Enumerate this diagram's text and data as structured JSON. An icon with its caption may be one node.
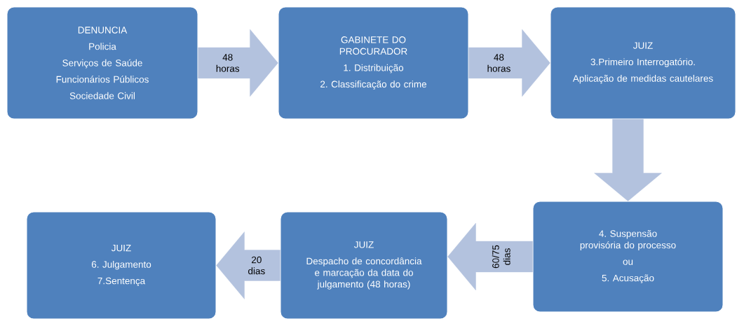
{
  "diagram": {
    "nodes": [
      {
        "text": [
          "DENUNCIA",
          "Policia",
          "Serviços de Saúde",
          "Funcionários Públicos",
          "Sociedade Civil"
        ]
      },
      {
        "text": [
          "GABINETE DO PROCURADOR",
          "1. Distribuição",
          "2. Classificação do crime"
        ]
      },
      {
        "text": [
          "JUIZ",
          "3.Primeiro Interrogatório.",
          "Aplicação de medidas cautelares"
        ]
      },
      {
        "text": [
          "4. Suspensão provisória do processo",
          "ou",
          "5. Acusação"
        ]
      },
      {
        "text": [
          "JUIZ",
          "Despacho de concordância e marcação da data do julgamento (48 horas)"
        ]
      },
      {
        "text": [
          "JUIZ",
          "6. Julgamento",
          "7.Sentença"
        ]
      }
    ],
    "edges": [
      {
        "from": 0,
        "to": 1,
        "arrow": "to",
        "label": "48 horas"
      },
      {
        "from": 1,
        "to": 2,
        "arrow": "to",
        "label": "48 horas"
      },
      {
        "from": 2,
        "to": 3,
        "arrow": "to"
      },
      {
        "from": 3,
        "to": 4,
        "arrow": "to",
        "label": "60/75 dias"
      },
      {
        "from": 4,
        "to": 5,
        "arrow": "to",
        "label": "20 dias"
      }
    ]
  }
}
